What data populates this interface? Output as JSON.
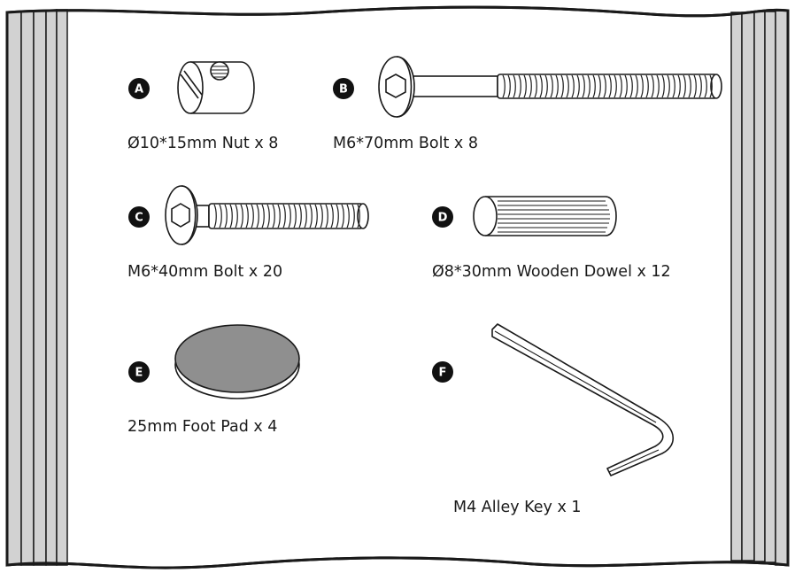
{
  "colors": {
    "outline": "#1a1a1a",
    "side_strip": "#d2d2d2",
    "pad_fill": "#8f8f8f",
    "badge": "#111111",
    "paper": "#ffffff"
  },
  "parts": [
    {
      "letter": "A",
      "label": "Ø10*15mm Nut x 8",
      "icon": "barrel-nut-icon"
    },
    {
      "letter": "B",
      "label": "M6*70mm Bolt x 8",
      "icon": "long-bolt-icon"
    },
    {
      "letter": "C",
      "label": "M6*40mm Bolt x 20",
      "icon": "short-bolt-icon"
    },
    {
      "letter": "D",
      "label": "Ø8*30mm Wooden Dowel x 12",
      "icon": "wooden-dowel-icon"
    },
    {
      "letter": "E",
      "label": "25mm Foot Pad x 4",
      "icon": "foot-pad-icon"
    },
    {
      "letter": "F",
      "label": "M4 Alley Key x 1",
      "icon": "allen-key-icon"
    }
  ]
}
